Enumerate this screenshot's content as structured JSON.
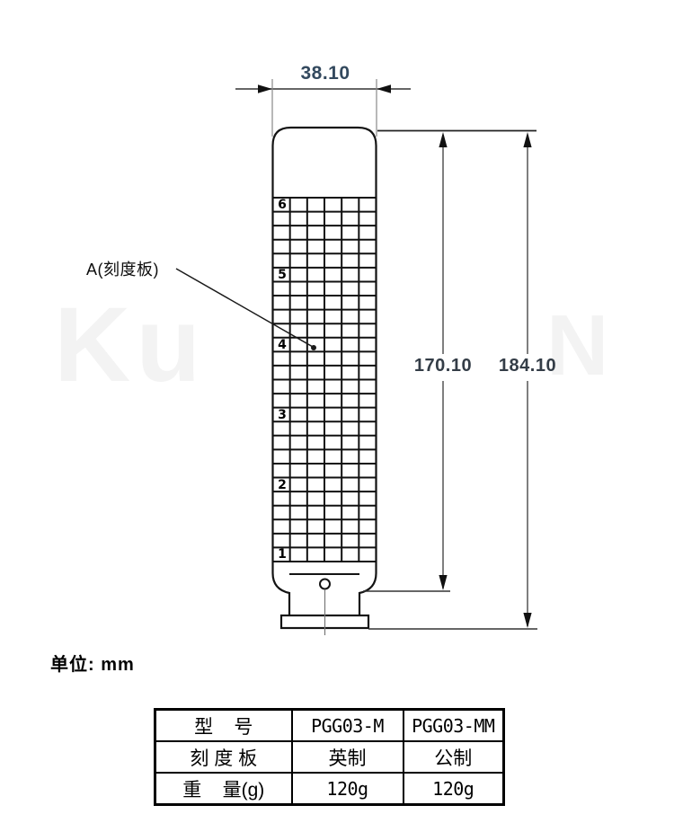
{
  "drawing": {
    "dimensions": {
      "width": "38.10",
      "inner_height": "170.10",
      "outer_height": "184.10"
    },
    "callout_label": "A(刻度板)",
    "unit_label": "单位: mm",
    "scale_plate": {
      "rows": 26,
      "cols": 6,
      "number_row_step": 5,
      "numbers": [
        "6",
        "5",
        "4",
        "3",
        "2",
        "1"
      ]
    }
  },
  "watermark": {
    "left": "Ku",
    "right": "N"
  },
  "spec_table": {
    "rows": [
      {
        "label": "型    号",
        "col1": "PGG03-M",
        "col2": "PGG03-MM"
      },
      {
        "label": "刻 度 板",
        "col1": "英制",
        "col2": "公制"
      },
      {
        "label": "重    量(g)",
        "col1": "120g",
        "col2": "120g"
      }
    ]
  },
  "colors": {
    "line": "#141414",
    "dim_line": "#555555",
    "dim_text_width": "#33495e",
    "dim_text_height": "#343d47"
  }
}
